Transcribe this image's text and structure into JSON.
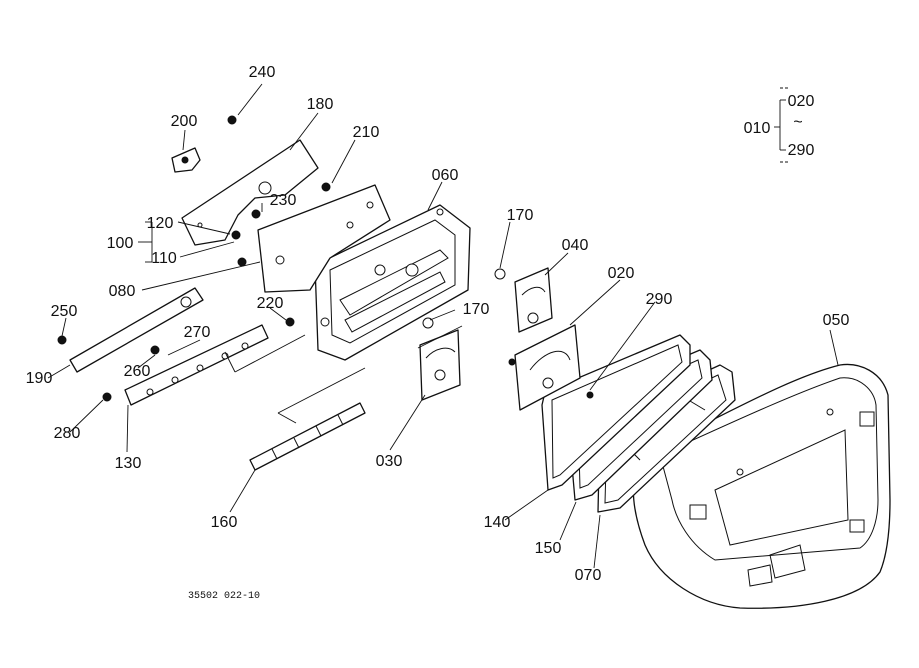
{
  "diagram": {
    "callouts": [
      "240",
      "180",
      "200",
      "210",
      "060",
      "230",
      "120",
      "100",
      "110",
      "170",
      "040",
      "020",
      "290",
      "080",
      "250",
      "220",
      "170",
      "270",
      "190",
      "260",
      "280",
      "130",
      "030",
      "160",
      "140",
      "150",
      "070",
      "050",
      "010",
      "020",
      "290"
    ],
    "legend": {
      "assembly_no": "010",
      "range_from": "020",
      "range_sep": "~",
      "range_to": "290"
    },
    "drawing_number": "35502 022-10"
  }
}
